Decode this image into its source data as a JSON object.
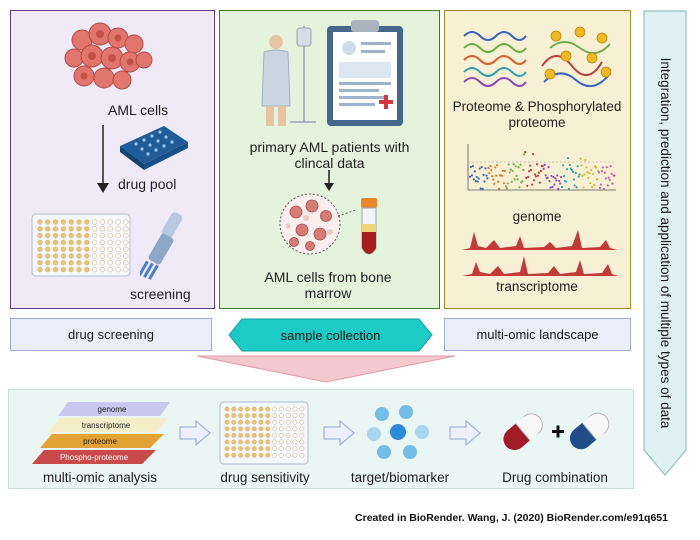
{
  "panels": {
    "screening": {
      "aml_cells": "AML cells",
      "drug_pool": "drug pool",
      "screening": "screening"
    },
    "collection": {
      "patients": "primary AML patients with clincal data",
      "aml_cells_marrow": "AML cells from bone marrow"
    },
    "omics": {
      "proteome": "Proteome & Phosphorylated proteome",
      "genome": "genome",
      "transcriptome": "transcriptome"
    }
  },
  "stages": {
    "drug_screening": "drug screening",
    "sample_collection": "sample collection",
    "multi_omic_landscape": "multi-omic landscape"
  },
  "sidebar": {
    "label": "Integration, prediction and application of multiple types of data"
  },
  "workflow": {
    "layers": [
      "genome",
      "transcriptome",
      "proteome",
      "Phospho-proteome"
    ],
    "steps": [
      "multi-omic analysis",
      "drug sensitivity",
      "target/biomarker",
      "Drug combination"
    ]
  },
  "credit": "Created in BioRender. Wang, J. (2020) BioRender.com/e91q651",
  "colors": {
    "screening_panel": "#efe9f8",
    "collection_panel": "#e4f3dc",
    "omics_panel": "#f8f0d4",
    "teal_accent": "#1ccbc3",
    "stage_box": "#e9eefa",
    "workflow_bg": "#eaf6f3",
    "funnel": "#f3c9cf"
  },
  "icons": [
    "cell-cluster-icon",
    "drug-plate-icon",
    "well-plate-icon",
    "pipette-icon",
    "patient-icon",
    "clipboard-icon",
    "cell-magnifier-icon",
    "blood-tube-icon",
    "protein-chain-icon",
    "manhattan-plot-icon",
    "expression-track-icon",
    "omics-layers-icon",
    "target-dots-icon",
    "capsule-icon"
  ]
}
